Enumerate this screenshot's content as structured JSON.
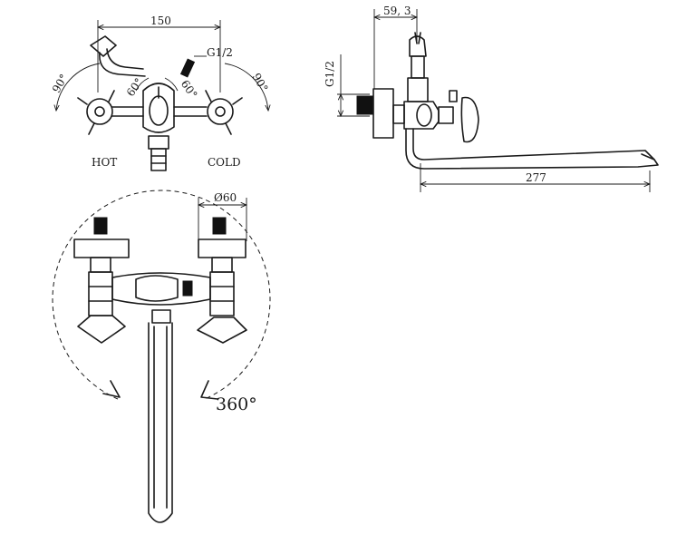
{
  "front_view": {
    "width_dim": "150",
    "thread_label": "G1/2",
    "angle_left_outer": "90°",
    "angle_left_inner": "60°",
    "angle_right_inner": "60°",
    "angle_right_outer": "90°",
    "hot_label": "HOT",
    "cold_label": "COLD"
  },
  "side_view": {
    "offset_dim": "59, 3",
    "thread_label": "G1/2",
    "spout_length_dim": "277"
  },
  "top_view": {
    "handle_diameter_dim": "Ø60",
    "rotation_label": "360°"
  }
}
